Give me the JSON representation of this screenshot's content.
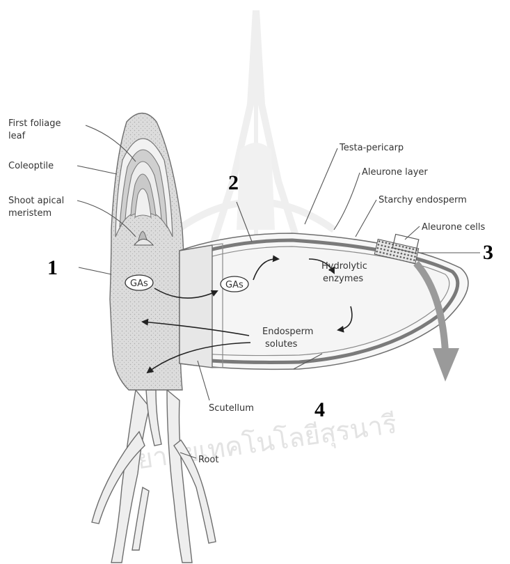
{
  "labels": {
    "first_foliage_leaf": [
      "First foliage",
      "leaf"
    ],
    "coleoptile": "Coleoptile",
    "shoot_apical_meristem": [
      "Shoot apical",
      "meristem"
    ],
    "gas_embryo": "GAs",
    "gas_scutellum": "GAs",
    "testa_pericarp": "Testa-pericarp",
    "aleurone_layer": "Aleurone layer",
    "starchy_endosperm": "Starchy endosperm",
    "aleurone_cells": "Aleurone cells",
    "hydrolytic_enzymes": [
      "Hydrolytic",
      "enzymes"
    ],
    "endosperm_solutes": [
      "Endosperm",
      "solutes"
    ],
    "scutellum": "Scutellum",
    "root": "Root"
  },
  "numbers": {
    "n1": "1",
    "n2": "2",
    "n3": "3",
    "n4": "4"
  },
  "watermark": "ยาลัยเทคโนโลยีสุรนารี",
  "colors": {
    "tissue_fill": "#d9d9d9",
    "tissue_dark": "#bdbdbd",
    "outline": "#6e6e6e",
    "arrow_gray": "#9a9a9a",
    "watermark": "#e3e3e3"
  }
}
